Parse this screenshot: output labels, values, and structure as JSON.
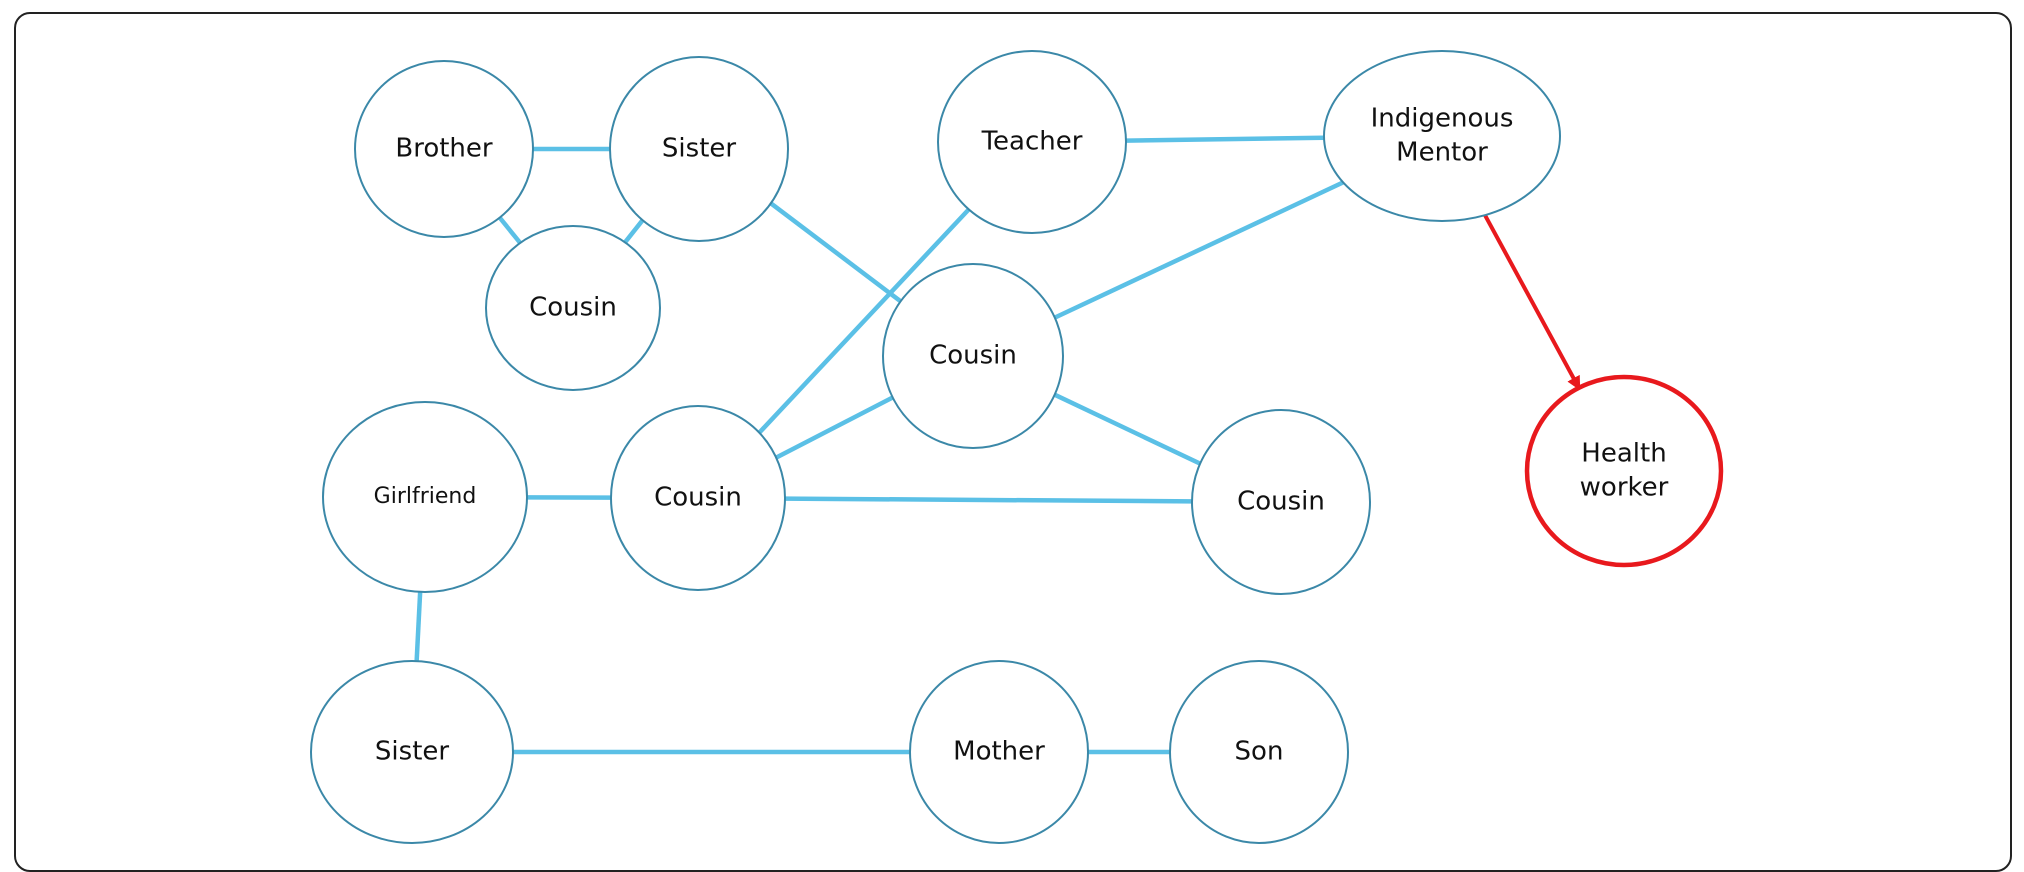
{
  "colors": {
    "link": "#5bc0e6",
    "node": "#3b88a8",
    "highlight": "#e8191d"
  },
  "nodes": [
    {
      "id": "brother",
      "label": [
        "Brother"
      ]
    },
    {
      "id": "sister1",
      "label": [
        "Sister"
      ]
    },
    {
      "id": "cousin1",
      "label": [
        "Cousin"
      ]
    },
    {
      "id": "teacher",
      "label": [
        "Teacher"
      ]
    },
    {
      "id": "mentor",
      "label": [
        "Indigenous",
        "Mentor"
      ]
    },
    {
      "id": "cousin2",
      "label": [
        "Cousin"
      ]
    },
    {
      "id": "health",
      "label": [
        "Health",
        "worker"
      ],
      "highlight": true
    },
    {
      "id": "girlfriend",
      "label": [
        "Girlfriend"
      ]
    },
    {
      "id": "cousin3",
      "label": [
        "Cousin"
      ]
    },
    {
      "id": "cousin4",
      "label": [
        "Cousin"
      ]
    },
    {
      "id": "sister2",
      "label": [
        "Sister"
      ]
    },
    {
      "id": "mother",
      "label": [
        "Mother"
      ]
    },
    {
      "id": "son",
      "label": [
        "Son"
      ]
    }
  ],
  "edges": [
    {
      "from": "brother",
      "to": "sister1"
    },
    {
      "from": "brother",
      "to": "cousin1"
    },
    {
      "from": "sister1",
      "to": "cousin1"
    },
    {
      "from": "sister1",
      "to": "cousin2"
    },
    {
      "from": "teacher",
      "to": "mentor"
    },
    {
      "from": "teacher",
      "to": "cousin3"
    },
    {
      "from": "mentor",
      "to": "cousin2"
    },
    {
      "from": "cousin2",
      "to": "cousin3"
    },
    {
      "from": "cousin2",
      "to": "cousin4"
    },
    {
      "from": "girlfriend",
      "to": "cousin3"
    },
    {
      "from": "cousin3",
      "to": "cousin4"
    },
    {
      "from": "girlfriend",
      "to": "sister2"
    },
    {
      "from": "sister2",
      "to": "mother"
    },
    {
      "from": "mother",
      "to": "son"
    },
    {
      "from": "mentor",
      "to": "health",
      "arrow": true,
      "highlight": true
    }
  ]
}
